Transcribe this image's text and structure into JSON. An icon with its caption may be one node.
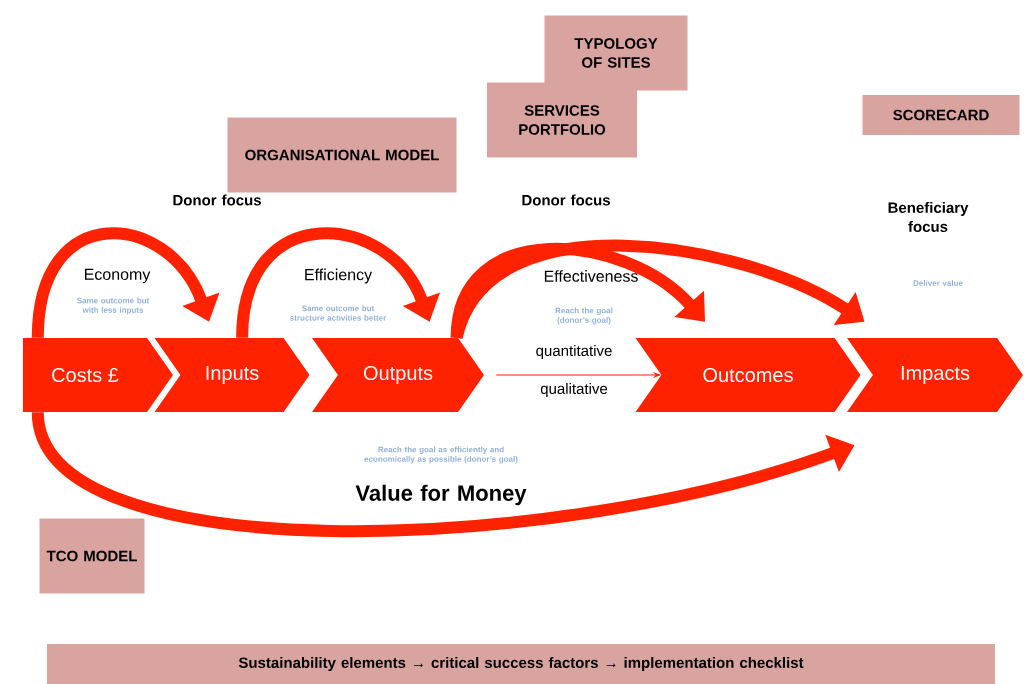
{
  "diagram": {
    "nodes": [
      {
        "text": [
          "Costs £"
        ]
      },
      {
        "text": [
          "Inputs"
        ]
      },
      {
        "text": [
          "Outputs"
        ]
      },
      {
        "text": [
          "Outcomes"
        ]
      },
      {
        "text": [
          "Impacts"
        ]
      },
      {
        "text": [
          "TYPOLOGY OF SITES"
        ]
      },
      {
        "text": [
          "SERVICES PORTFOLIO"
        ]
      },
      {
        "text": [
          "ORGANISATIONAL MODEL"
        ]
      },
      {
        "text": [
          "SCORECARD"
        ]
      },
      {
        "text": [
          "TCO MODEL"
        ]
      },
      {
        "text": [
          "Sustainability elements → critical success factors → implementation checklist"
        ]
      }
    ],
    "edges": [
      {
        "from": 0,
        "to": 1,
        "arrow": "to"
      },
      {
        "from": 1,
        "to": 2,
        "arrow": "to"
      },
      {
        "from": 2,
        "to": 3,
        "arrow": "to"
      },
      {
        "from": 2,
        "to": 4,
        "arrow": "to"
      },
      {
        "from": 0,
        "to": 4,
        "arrow": "to"
      },
      {
        "from": 2,
        "to": 3,
        "arrow": "to",
        "label": "quantitative"
      }
    ],
    "labels": [
      "Donor focus",
      "Donor focus",
      "Beneficiary focus",
      "Economy",
      "Same outcome but with less inputs",
      "Efficiency",
      "Same outcome but structure activities better",
      "Effectiveness",
      "Reach the goal (donor’s goal)",
      "Deliver value",
      "qualitative",
      "Reach the goal as efficiently and economically as possible (donor’s goal)",
      "Value for Money"
    ]
  }
}
